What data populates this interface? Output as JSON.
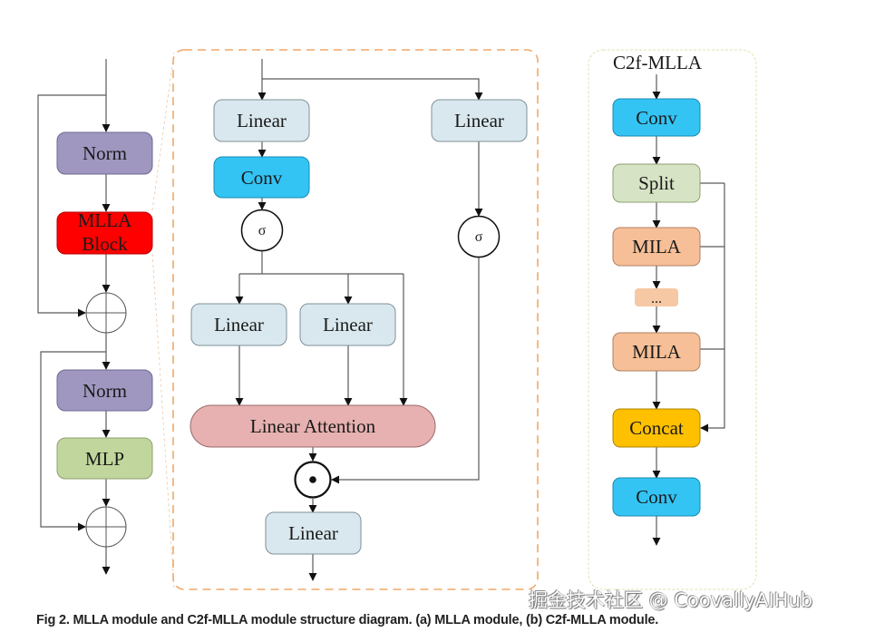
{
  "figure": {
    "caption": "Fig 2.  MLLA module and C2f-MLLA module structure diagram. (a) MLLA module, (b) C2f-MLLA module.",
    "watermark": "掘金技术社区 @ CoovallyAIHub"
  },
  "colors": {
    "norm": "#9f97c0",
    "mlla_block": "#ff0000",
    "mlp": "#c1d69c",
    "linear": "#d9e8ee",
    "conv": "#33c4f4",
    "linear_attention": "#e6b1b0",
    "split": "#d6e3c4",
    "mila": "#f6bf97",
    "concat": "#ffc000",
    "dashed_frame_a": "#f0a868",
    "dashed_frame_b": "#e4e4b0"
  },
  "block_overview": {
    "nodes": [
      {
        "id": "norm1",
        "label": "Norm",
        "color_key": "norm"
      },
      {
        "id": "mlla_block",
        "label": "MLLA Block",
        "line1": "MLLA",
        "line2": "Block",
        "color_key": "mlla_block"
      },
      {
        "id": "add1",
        "label": "add",
        "symbol": "circled-plus"
      },
      {
        "id": "norm2",
        "label": "Norm",
        "color_key": "norm"
      },
      {
        "id": "mlp",
        "label": "MLP",
        "color_key": "mlp"
      },
      {
        "id": "add2",
        "label": "add",
        "symbol": "circled-plus"
      }
    ]
  },
  "mlla_module": {
    "nodes": [
      {
        "id": "linear_a",
        "label": "Linear",
        "color_key": "linear"
      },
      {
        "id": "linear_b",
        "label": "Linear",
        "color_key": "linear"
      },
      {
        "id": "conv",
        "label": "Conv",
        "color_key": "conv"
      },
      {
        "id": "sigma_a",
        "label": "σ"
      },
      {
        "id": "sigma_b",
        "label": "σ"
      },
      {
        "id": "linear_q",
        "label": "Linear",
        "color_key": "linear"
      },
      {
        "id": "linear_k",
        "label": "Linear",
        "color_key": "linear"
      },
      {
        "id": "linear_attention",
        "label": "Linear Attention",
        "color_key": "linear_attention"
      },
      {
        "id": "hadamard",
        "label": "element-wise product",
        "symbol": "circled-dot"
      },
      {
        "id": "linear_out",
        "label": "Linear",
        "color_key": "linear"
      }
    ]
  },
  "c2f_mlla": {
    "title": "C2f-MLLA",
    "nodes": [
      {
        "id": "conv_in",
        "label": "Conv",
        "color_key": "conv"
      },
      {
        "id": "split",
        "label": "Split",
        "color_key": "split"
      },
      {
        "id": "mila1",
        "label": "MILA",
        "color_key": "mila"
      },
      {
        "id": "ellipsis",
        "label": "...",
        "color_key": "mila"
      },
      {
        "id": "mila2",
        "label": "MILA",
        "color_key": "mila"
      },
      {
        "id": "concat",
        "label": "Concat",
        "color_key": "concat"
      },
      {
        "id": "conv_out",
        "label": "Conv",
        "color_key": "conv"
      }
    ]
  }
}
